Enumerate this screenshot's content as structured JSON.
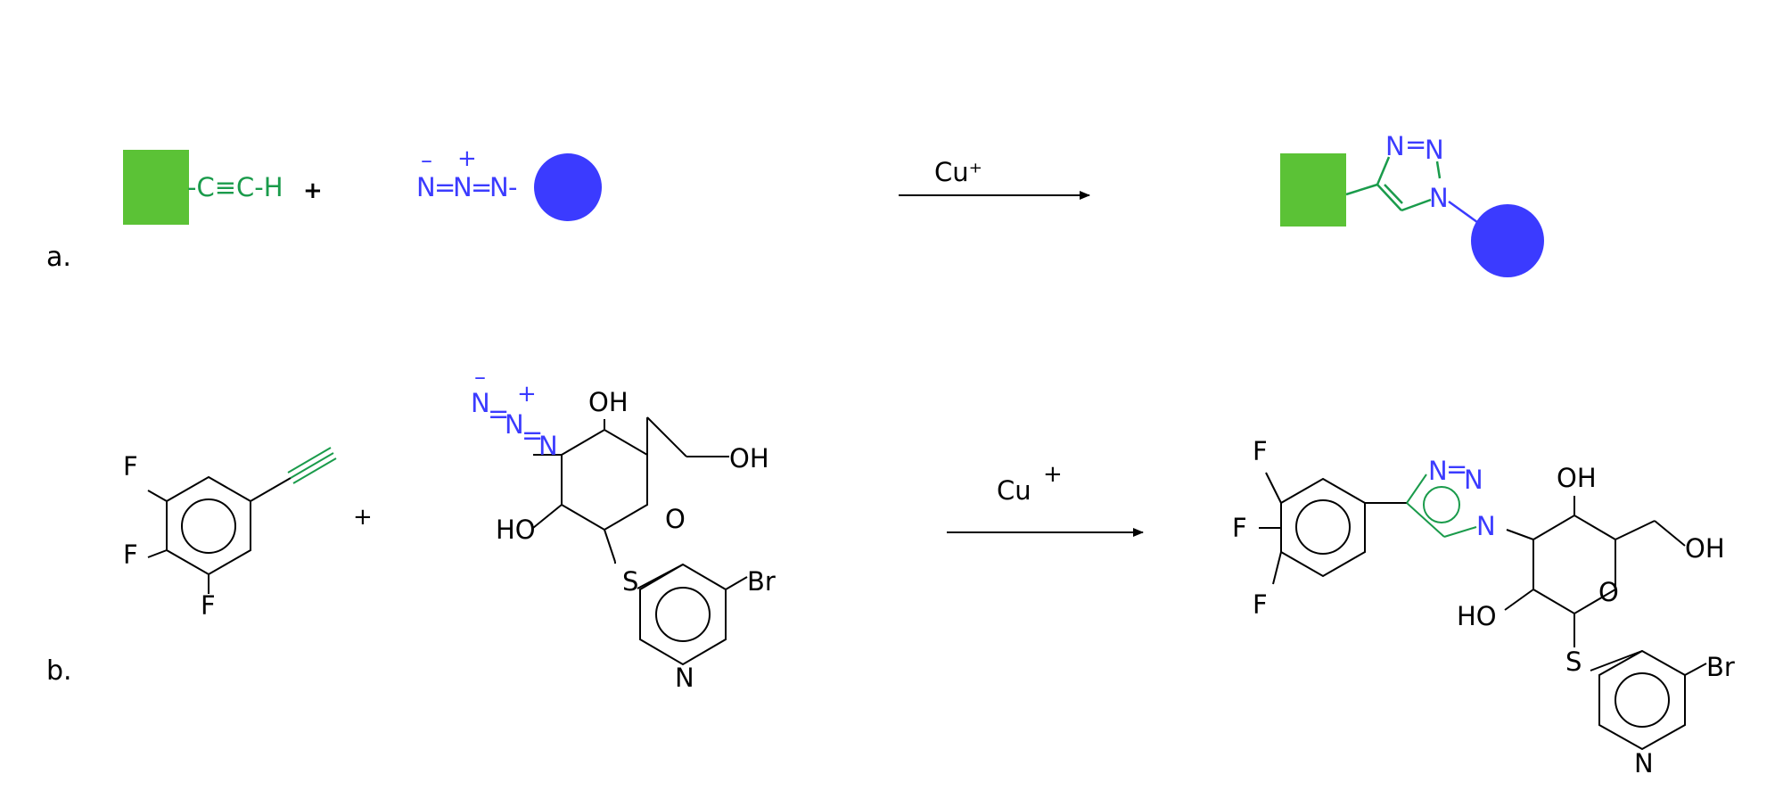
{
  "panel_a": {
    "label": "a.",
    "alkyne_text": "-C≡C-H",
    "plus": "+",
    "azide": {
      "n1": "N",
      "eq1": "=",
      "n2": "N",
      "eq2": "=",
      "n3": "N",
      "dash": "-",
      "minus": "–",
      "plus": "+"
    },
    "catalyst": "Cu⁺",
    "triazole": {
      "n_top1": "N",
      "eq": "=",
      "n_top2": "N",
      "n_sub": "N",
      "dash": "-"
    }
  },
  "panel_b": {
    "label": "b.",
    "plus": "+",
    "catalyst_main": "Cu",
    "catalyst_charge": "+",
    "reactant1": {
      "f1": "F",
      "f2": "F",
      "f3": "F"
    },
    "reactant2": {
      "azide_n1": "N",
      "azide_n2": "N",
      "azide_n3": "N",
      "azide_minus": "–",
      "azide_plus": "+",
      "azide_eq1": "=",
      "azide_eq2": "=",
      "oh_top": "OH",
      "oh_side": "OH",
      "ho": "HO",
      "o_ring": "O",
      "s": "S",
      "br": "Br",
      "n_pyr": "N"
    },
    "product": {
      "f1": "F",
      "f2": "F",
      "f3": "F",
      "tri_n1": "N",
      "tri_eq": "=",
      "tri_n2": "N",
      "tri_n3": "N",
      "oh_top": "OH",
      "oh_side": "OH",
      "ho": "HO",
      "o_ring": "O",
      "s": "S",
      "br": "Br",
      "n_pyr": "N"
    }
  },
  "colors": {
    "green": "#1a9b4b",
    "square": "#5bc236",
    "blue": "#3b3bff",
    "black": "#000000"
  }
}
